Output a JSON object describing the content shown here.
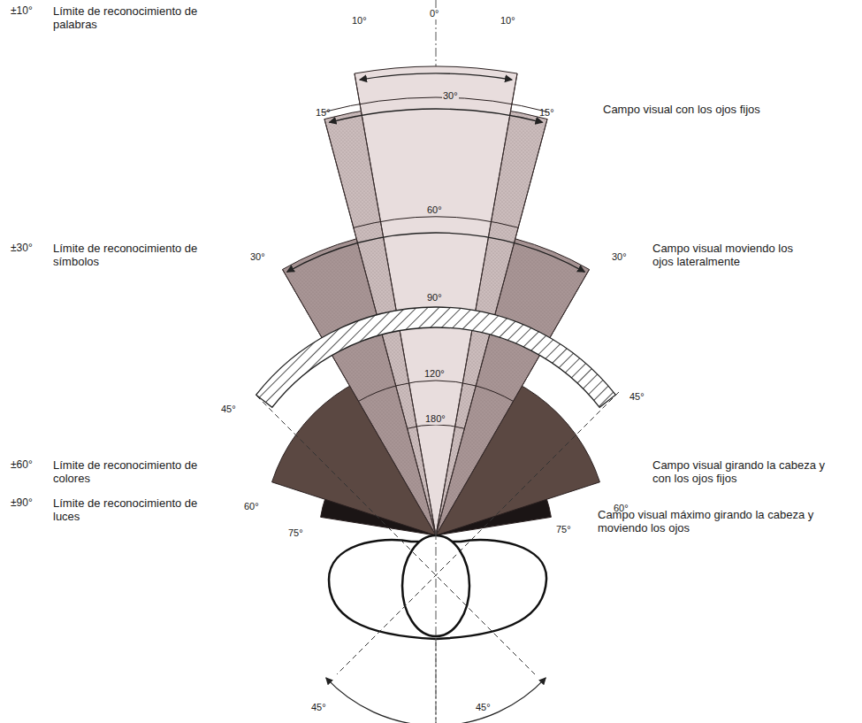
{
  "diagram": {
    "labels": [
      "±10°",
      "Límite de reconocimiento de palabras",
      "±30°",
      "Límite de reconocimiento de símbolos",
      "±60°",
      "Límite de reconocimiento de colores",
      "±90°",
      "Límite de reconocimiento de luces",
      "10°",
      "0°",
      "10°",
      "15°",
      "30°",
      "15°",
      "60°",
      "30°",
      "30°",
      "90°",
      "45°",
      "120°",
      "45°",
      "180°",
      "60°",
      "60°",
      "75°",
      "75°",
      "45°",
      "45°",
      "Campo visual con los ojos fijos",
      "Campo visual moviendo los ojos lateralmente",
      "Campo visual girando la cabeza y con los ojos fijos",
      "Campo visual máximo girando la cabeza y moviendo los ojos"
    ]
  }
}
